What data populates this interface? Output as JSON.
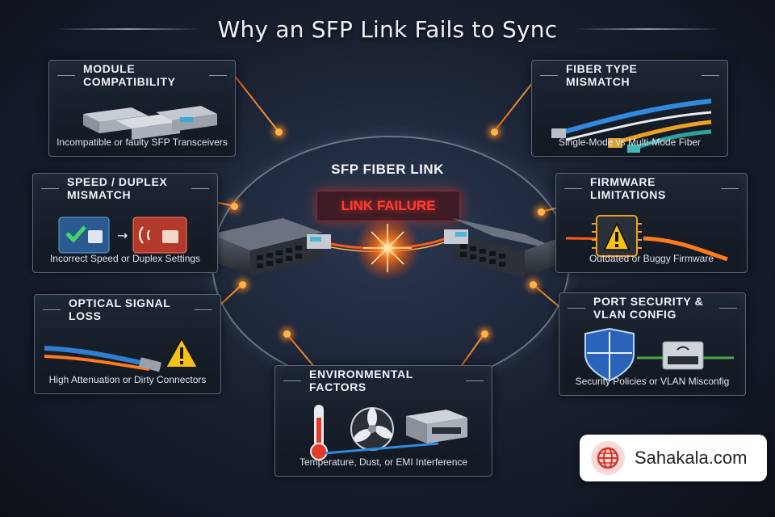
{
  "title": "Why an SFP Link Fails to Sync",
  "center": {
    "label": "SFP FIBER LINK",
    "status": "LINK FAILURE"
  },
  "panels": [
    {
      "id": "module",
      "heading": "MODULE COMPATIBILITY",
      "caption": "Incompatible or faulty SFP Transceivers",
      "icon": "sfp-transceiver-icon"
    },
    {
      "id": "speed",
      "heading": "SPEED / DUPLEX MISMATCH",
      "caption": "Incorrect Speed or Duplex Settings",
      "icon": "port-settings-icon"
    },
    {
      "id": "optical",
      "heading": "OPTICAL SIGNAL LOSS",
      "caption": "High Attenuation or Dirty Connectors",
      "icon": "warning-icon"
    },
    {
      "id": "fiber",
      "heading": "FIBER TYPE MISMATCH",
      "caption": "Single-Mode vs Multi-Mode Fiber",
      "icon": "fiber-cable-icon"
    },
    {
      "id": "firmware",
      "heading": "FIRMWARE LIMITATIONS",
      "caption": "Outdated or Buggy Firmware",
      "icon": "chip-warning-icon"
    },
    {
      "id": "security",
      "heading": "PORT SECURITY & VLAN CONFIG",
      "caption": "Security Policies or VLAN Misconfig",
      "icon": "shield-icon"
    },
    {
      "id": "environment",
      "heading": "ENVIRONMENTAL FACTORS",
      "caption": "Temperature, Dust, or EMI Interference",
      "icon": "thermometer-icon"
    }
  ],
  "watermark": {
    "text": "Sahakala.com",
    "icon": "globe-icon"
  },
  "colors": {
    "accent": "#ff8a1f",
    "failure": "#ff3b30",
    "background": "#1a2233"
  }
}
